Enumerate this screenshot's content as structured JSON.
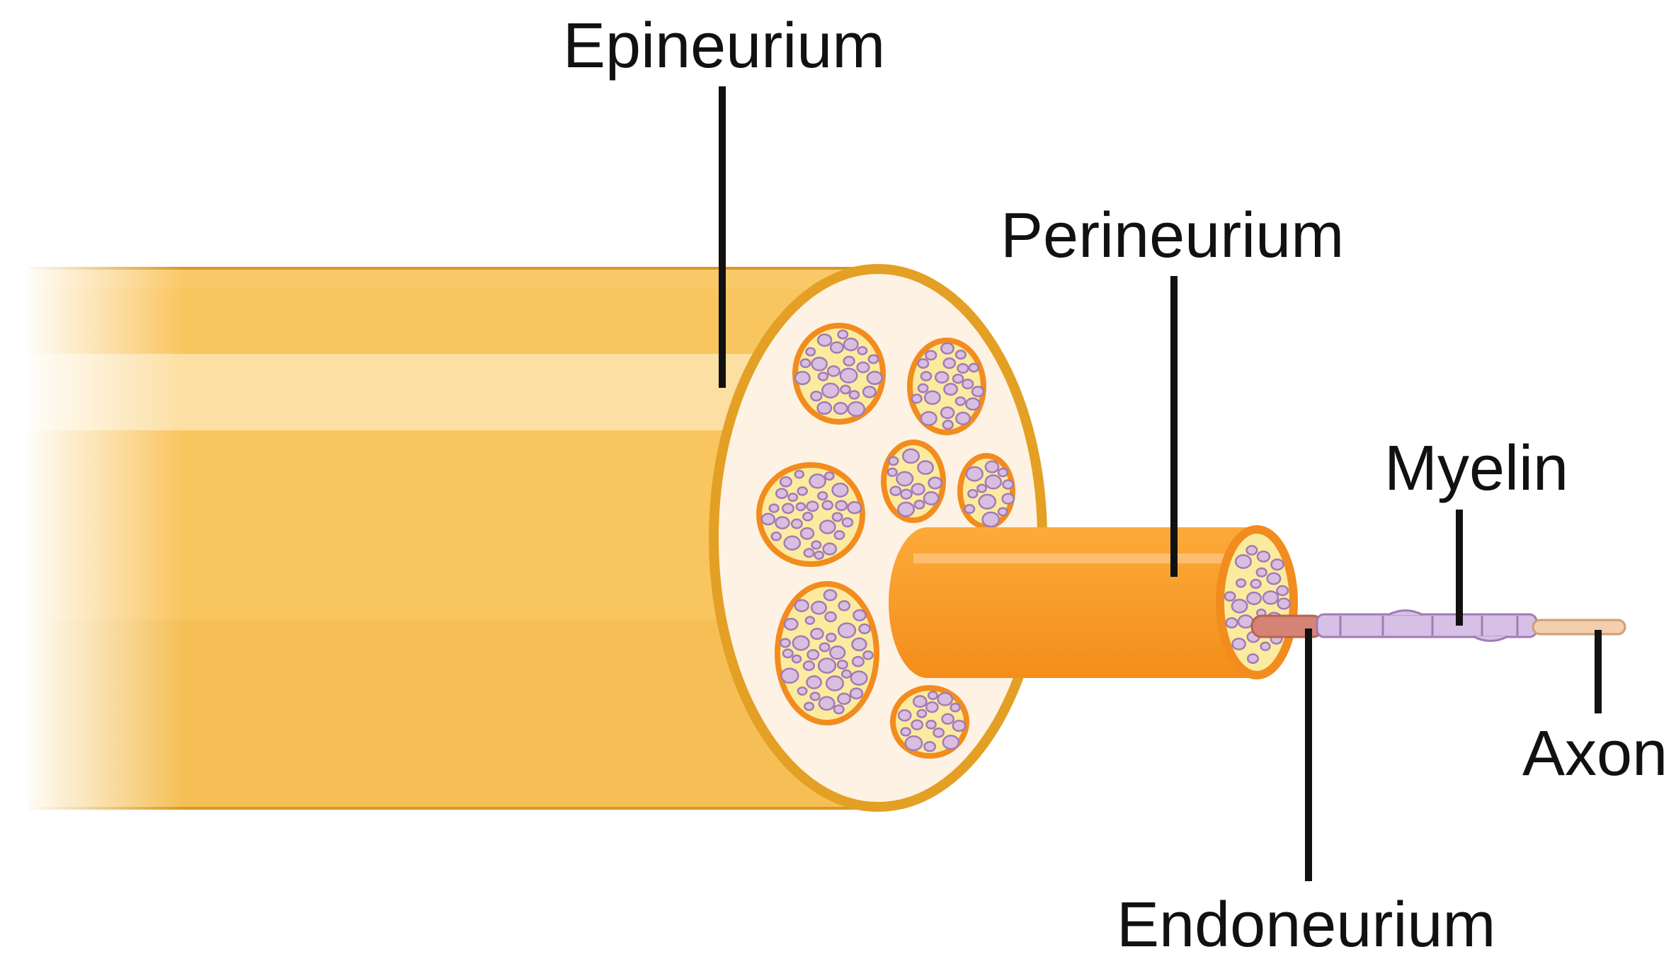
{
  "labels": {
    "epineurium": "Epineurium",
    "perineurium": "Perineurium",
    "myelin": "Myelin",
    "axon": "Axon",
    "endoneurium": "Endoneurium"
  },
  "colors": {
    "epineurium_fill": "#F9C55F",
    "epineurium_highlight": "#FCDFA2",
    "epineurium_rim": "#E3A024",
    "cross_section_fill": "#FDF2E4",
    "fascicle_rim": "#F28C1E",
    "fascicle_fill": "#FBEB9F",
    "fiber_fill": "#D8BFE0",
    "fiber_stroke": "#A37AB6",
    "perineurium_fill": "#F9981E",
    "endoneurium_fill": "#D48374",
    "myelin_fill": "#D7C0E6",
    "axon_fill": "#F3CFAE",
    "leader_line": "#111111"
  }
}
